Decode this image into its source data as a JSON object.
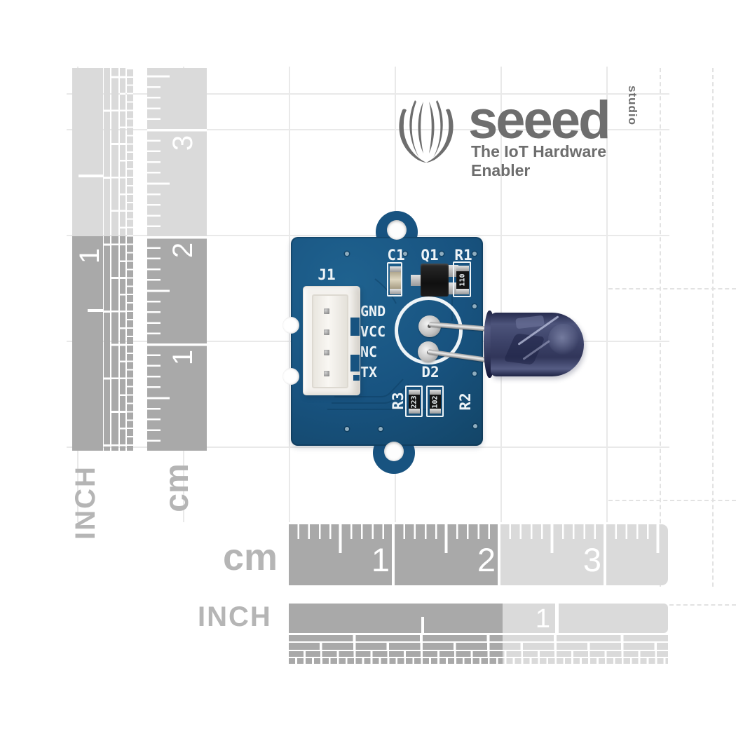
{
  "logo": {
    "wordmark": "seeed",
    "studio": "studio",
    "tagline": "The IoT Hardware Enabler"
  },
  "board": {
    "refs": {
      "j1": "J1",
      "c1": "C1",
      "q1": "Q1",
      "r1": "R1",
      "d2": "D2",
      "r3": "R3",
      "r2": "R2"
    },
    "pins": [
      "GND",
      "VCC",
      "NC",
      "TX"
    ],
    "values": {
      "r1": "110",
      "r3": "223",
      "r2": "102"
    }
  },
  "rulers": {
    "left_inch": {
      "unit": "INCH",
      "numbers": [
        "1"
      ]
    },
    "left_cm": {
      "unit": "cm",
      "numbers": [
        "3",
        "2",
        "1"
      ]
    },
    "bottom_cm": {
      "unit": "cm",
      "numbers": [
        "1",
        "2",
        "3"
      ]
    },
    "bottom_inch": {
      "unit": "INCH",
      "numbers": [
        "1"
      ]
    }
  },
  "colors": {
    "pcb_blue": "#185380",
    "led_navy": "#3d4369",
    "silkscreen": "#eef4f7",
    "ruler_dark": "#a9a9a9",
    "ruler_light": "#dadada",
    "label_gray": "#b5b5b5",
    "logo_gray": "#6e6e6e"
  }
}
